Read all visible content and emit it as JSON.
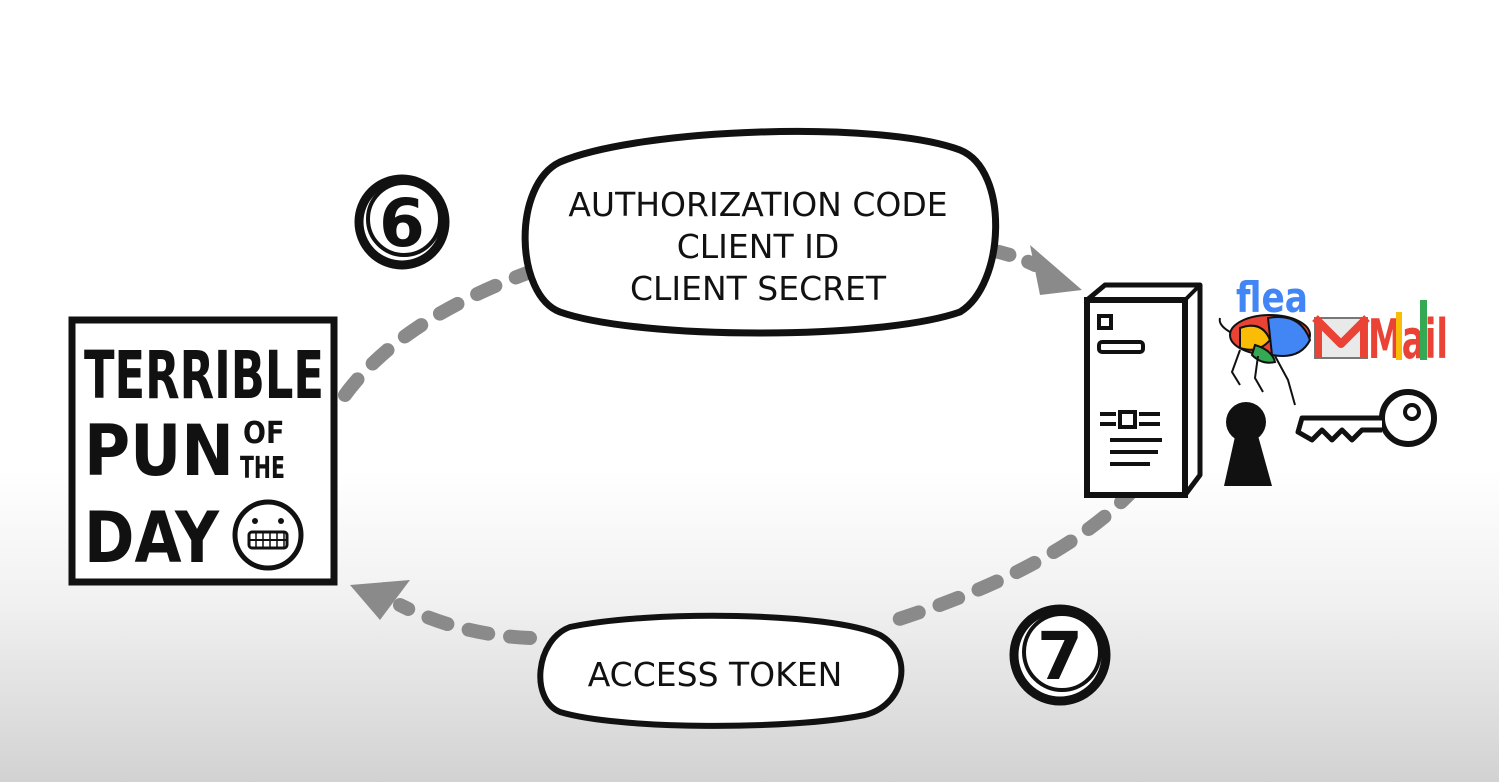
{
  "steps": {
    "step6": "6",
    "step7": "7"
  },
  "request_bubble": {
    "line1": "AUTHORIZATION CODE",
    "line2": "CLIENT ID",
    "line3": "CLIENT SECRET"
  },
  "response_bubble": {
    "label": "ACCESS TOKEN"
  },
  "pun_box": {
    "line1": "TERRIBLE",
    "line2": "PUN",
    "line2_small_a": "OF",
    "line2_small_b": "THE",
    "line3": "DAY"
  },
  "fleamail": {
    "flea_text": "flea",
    "mail_text": "Mail",
    "colors": {
      "blue": "#4285F4",
      "red": "#EA4335",
      "yellow": "#FBBC05",
      "green": "#34A853"
    }
  },
  "icons": [
    "server-icon",
    "flea-icon",
    "envelope-icon",
    "keyhole-icon",
    "key-icon",
    "grimace-face-icon",
    "arrow-head-icon"
  ]
}
